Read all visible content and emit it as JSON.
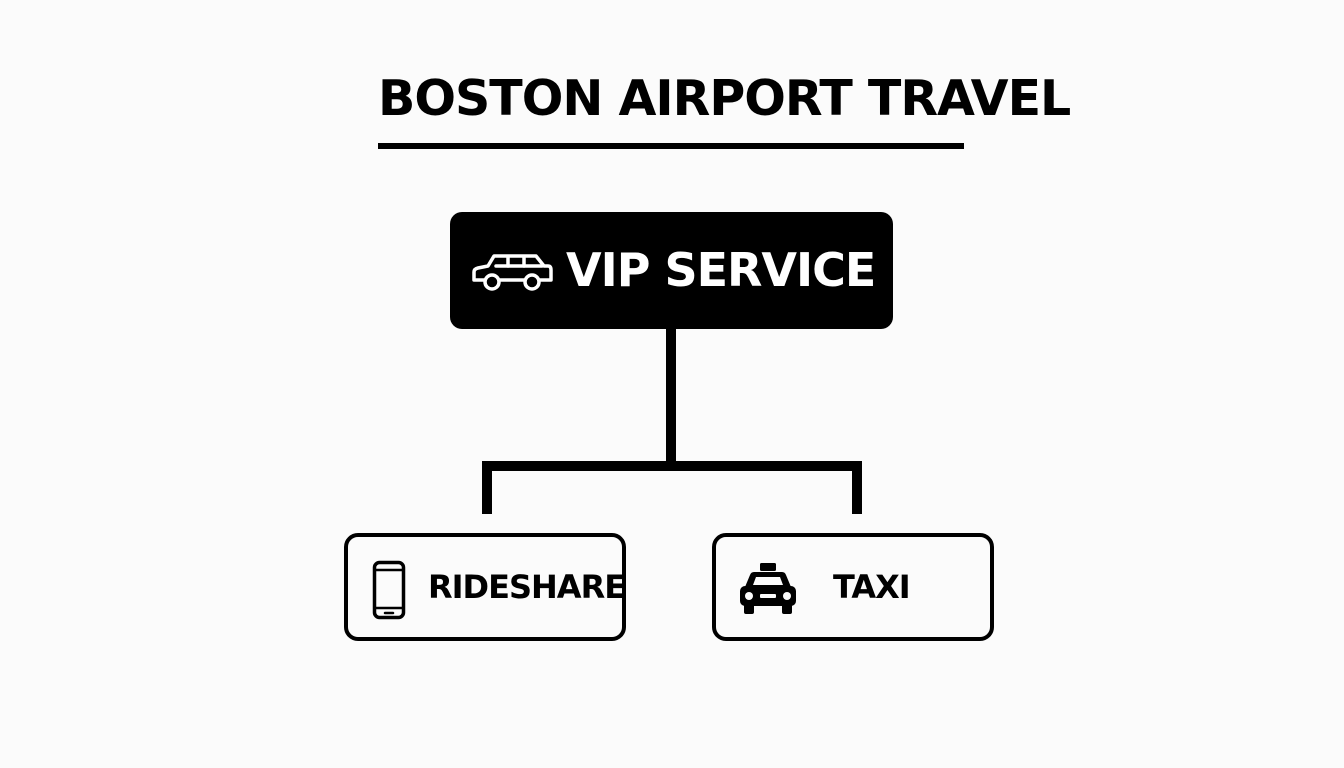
{
  "diagram": {
    "title": "BOSTON AIRPORT TRAVEL",
    "root": {
      "label": "VIP SERVICE",
      "icon": "limousine-icon"
    },
    "children": [
      {
        "label": "RIDESHARE",
        "icon": "smartphone-icon"
      },
      {
        "label": "TAXI",
        "icon": "taxi-icon"
      }
    ]
  },
  "colors": {
    "background": "#fbfbfb",
    "ink": "#000000",
    "root_text": "#ffffff"
  }
}
